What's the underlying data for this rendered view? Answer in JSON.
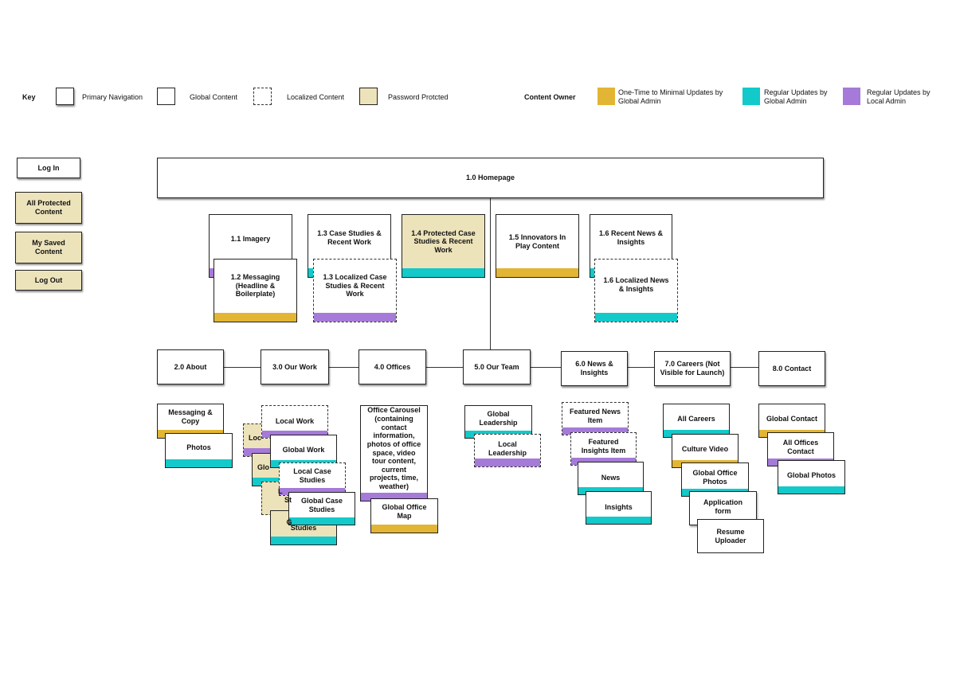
{
  "key": {
    "title": "Key",
    "primary_navigation": "Primary Navigation",
    "global_content": "Global Content",
    "localized_content": "Localized Content",
    "password_protected": "Password Protcted",
    "content_owner_title": "Content Owner",
    "owner_gold": "One-Time to Minimal Updates by Global Admin",
    "owner_teal": "Regular Updates by Global Admin",
    "owner_purple": "Regular Updates by Local Admin"
  },
  "colors": {
    "gold": "#e2b534",
    "teal": "#13c9c9",
    "purple": "#a57ad8",
    "password_fill": "#ede3bb"
  },
  "sidebar": {
    "log_in": "Log In",
    "all_protected": "All Protected Content",
    "my_saved": "My Saved Content",
    "log_out": "Log Out"
  },
  "home": "1.0 Homepage",
  "level1": {
    "imagery": "1.1 Imagery",
    "messaging": "1.2 Messaging (Headline & Boilerplate)",
    "case_studies": "1.3 Case Studies & Recent Work",
    "localized_case_studies": "1.3 Localized Case Studies & Recent Work",
    "protected_case_studies": "1.4 Protected Case Studies & Recent Work",
    "innovators": "1.5 Innovators In Play Content",
    "recent_news": "1.6 Recent News & Insights",
    "localized_news": "1.6 Localized News & Insights"
  },
  "nav": {
    "about": "2.0 About",
    "our_work": "3.0 Our Work",
    "offices": "4.0 Offices",
    "our_team": "5.0 Our Team",
    "news": "6.0 News & Insights",
    "careers": "7.0 Careers (Not Visible for Launch)",
    "contact": "8.0 Contact"
  },
  "about_pages": {
    "messaging_copy": "Messaging & Copy",
    "photos": "Photos"
  },
  "work_pages": {
    "local_work": "Local Work",
    "global_work": "Global Work",
    "local_case_studies": "Local Case Studies",
    "global_case_studies": "Global Case Studies",
    "back1": "Loc",
    "back2": "Glo",
    "back3": "L",
    "back3b": "St",
    "back4": "G",
    "back4b": "Studies"
  },
  "office_pages": {
    "carousel": "Office Carousel (containing contact information, photos of office space, video tour content, current projects, time, weather)",
    "map": "Global Office Map"
  },
  "team_pages": {
    "global_leadership": "Global Leadership",
    "local_leadership": "Local Leadership"
  },
  "news_pages": {
    "featured_news": "Featured News Item",
    "featured_insights": "Featured Insights Item",
    "news": "News",
    "insights": "Insights"
  },
  "career_pages": {
    "all_careers": "All Careers",
    "culture_video": "Culture Video",
    "global_office_photos": "Global Office Photos",
    "application_form": "Application form",
    "resume_uploader": "Resume Uploader"
  },
  "contact_pages": {
    "global_contact": "Global Contact",
    "all_offices_contact": "All Offices Contact",
    "global_photos": "Global Photos"
  }
}
